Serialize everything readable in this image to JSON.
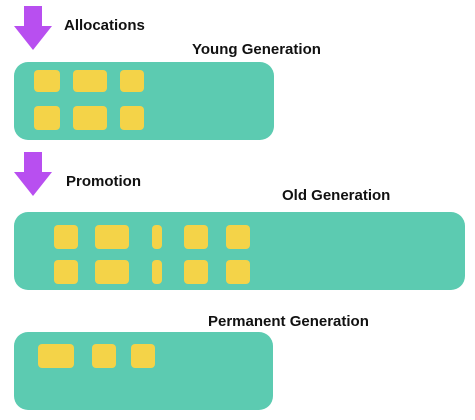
{
  "colors": {
    "panel": "#5ccbb1",
    "block": "#f4d348",
    "arrow": "#b84ff0",
    "text": "#111111",
    "background": "#ffffff"
  },
  "labels": {
    "allocations": "Allocations",
    "young_generation": "Young Generation",
    "promotion": "Promotion",
    "old_generation": "Old Generation",
    "permanent_generation": "Permanent Generation"
  },
  "icons": {
    "allocations_arrow": "down-arrow-icon",
    "promotion_arrow": "down-arrow-icon"
  }
}
